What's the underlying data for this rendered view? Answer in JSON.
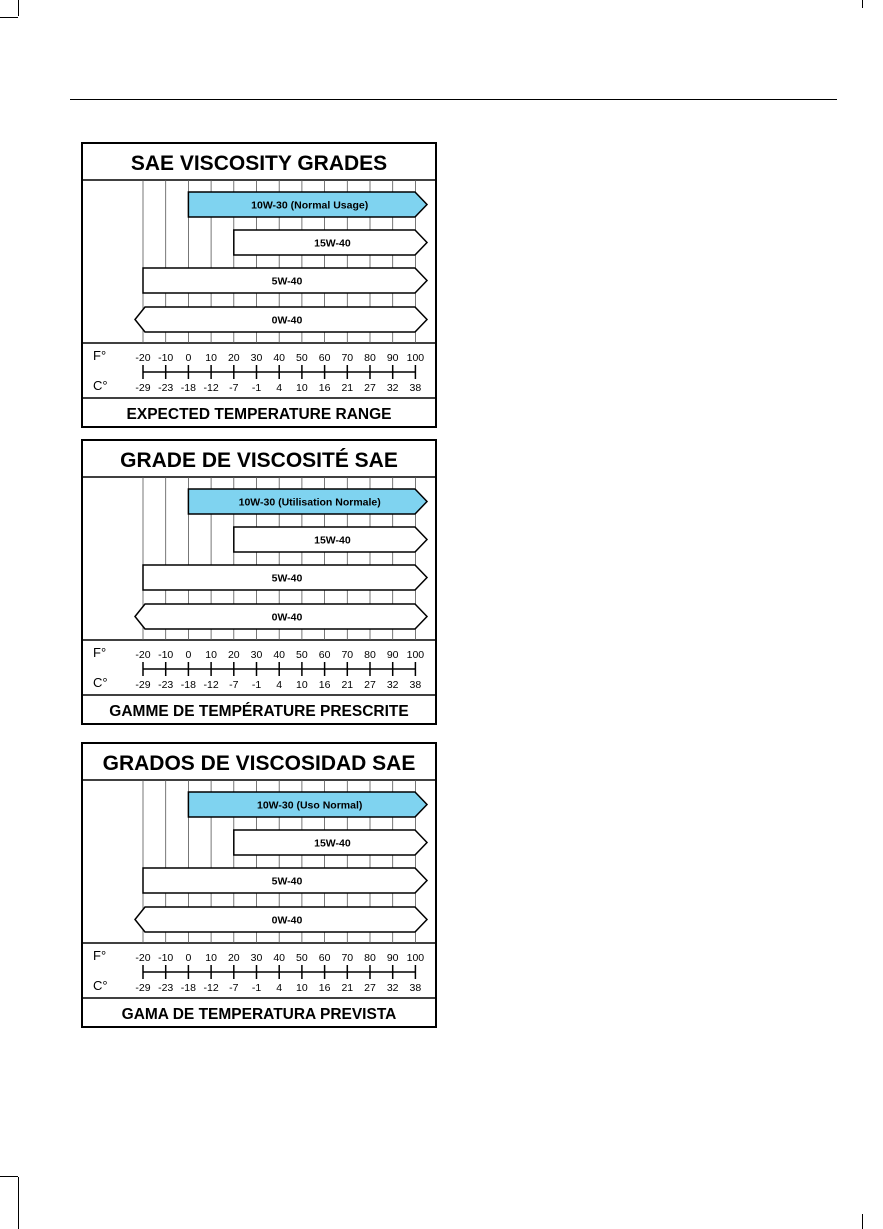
{
  "charts": [
    {
      "title": "SAE VISCOSITY GRADES",
      "footer": "EXPECTED TEMPERATURE RANGE",
      "bars": [
        {
          "label": "10W-30 (Normal Usage)",
          "from_f": 0,
          "to_f": 100,
          "left": "flat",
          "highlight": true
        },
        {
          "label": "15W-40",
          "from_f": 20,
          "to_f": 100,
          "left": "flat",
          "highlight": false
        },
        {
          "label": "5W-40",
          "from_f": -20,
          "to_f": 100,
          "left": "flat",
          "highlight": false
        },
        {
          "label": "0W-40",
          "from_f": -20,
          "to_f": 100,
          "left": "arrow",
          "highlight": false
        }
      ]
    },
    {
      "title": "GRADE DE VISCOSITÉ SAE",
      "footer": "GAMME DE TEMPÉRATURE PRESCRITE",
      "bars": [
        {
          "label": "10W-30 (Utilisation Normale)",
          "from_f": 0,
          "to_f": 100,
          "left": "flat",
          "highlight": true
        },
        {
          "label": "15W-40",
          "from_f": 20,
          "to_f": 100,
          "left": "flat",
          "highlight": false
        },
        {
          "label": "5W-40",
          "from_f": -20,
          "to_f": 100,
          "left": "flat",
          "highlight": false
        },
        {
          "label": "0W-40",
          "from_f": -20,
          "to_f": 100,
          "left": "arrow",
          "highlight": false
        }
      ]
    },
    {
      "title": "GRADOS DE VISCOSIDAD SAE",
      "footer": "GAMA DE TEMPERATURA PREVISTA",
      "bars": [
        {
          "label": "10W-30 (Uso Normal)",
          "from_f": 0,
          "to_f": 100,
          "left": "flat",
          "highlight": true
        },
        {
          "label": "15W-40",
          "from_f": 20,
          "to_f": 100,
          "left": "flat",
          "highlight": false
        },
        {
          "label": "5W-40",
          "from_f": -20,
          "to_f": 100,
          "left": "flat",
          "highlight": false
        },
        {
          "label": "0W-40",
          "from_f": -20,
          "to_f": 100,
          "left": "arrow",
          "highlight": false
        }
      ]
    }
  ],
  "scale": {
    "f_label": "F°",
    "c_label": "C°",
    "f_ticks": [
      "-20",
      "-10",
      "0",
      "10",
      "20",
      "30",
      "40",
      "50",
      "60",
      "70",
      "80",
      "90",
      "100"
    ],
    "c_ticks": [
      "-29",
      "-23",
      "-18",
      "-12",
      "-7",
      "-1",
      "4",
      "10",
      "16",
      "21",
      "27",
      "32",
      "38"
    ]
  },
  "colors": {
    "highlight": "#7fd3f0",
    "line": "#000000",
    "fill": "#ffffff"
  }
}
